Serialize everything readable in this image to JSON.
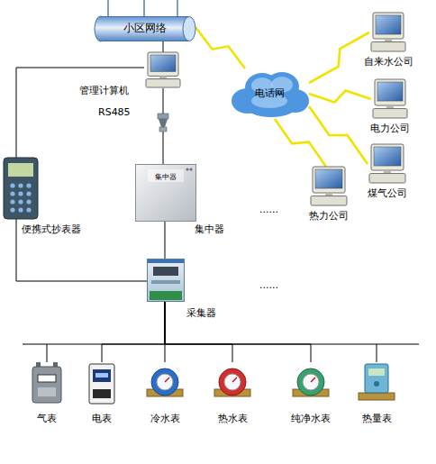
{
  "diagram": {
    "nodes": [
      {
        "text": [
          "小区网络"
        ]
      },
      {
        "text": [
          "管理计算机"
        ]
      },
      {
        "text": [
          "电话网"
        ]
      },
      {
        "text": [
          "自来水公司"
        ]
      },
      {
        "text": [
          "电力公司"
        ]
      },
      {
        "text": [
          "煤气公司"
        ]
      },
      {
        "text": [
          "热力公司"
        ]
      },
      {
        "text": [
          "便携式抄表器"
        ]
      },
      {
        "text": [
          "集中器",
          "集中器"
        ]
      },
      {
        "text": [
          "采集器"
        ]
      },
      {
        "text": [
          "气表"
        ]
      },
      {
        "text": [
          "电表"
        ]
      },
      {
        "text": [
          "冷水表"
        ]
      },
      {
        "text": [
          "热水表"
        ]
      },
      {
        "text": [
          "纯净水表"
        ]
      },
      {
        "text": [
          "热量表"
        ]
      }
    ],
    "edges": [
      {
        "from": 0,
        "to": 1,
        "arrow": "none"
      },
      {
        "from": 0,
        "to": 2,
        "arrow": "none"
      },
      {
        "from": 2,
        "to": 3,
        "arrow": "none"
      },
      {
        "from": 2,
        "to": 4,
        "arrow": "none"
      },
      {
        "from": 2,
        "to": 5,
        "arrow": "none"
      },
      {
        "from": 2,
        "to": 6,
        "arrow": "none"
      },
      {
        "from": 1,
        "to": 8,
        "label": "RS485",
        "arrow": "none"
      },
      {
        "from": 8,
        "to": 9,
        "arrow": "none"
      },
      {
        "from": 1,
        "to": 7,
        "arrow": "none"
      },
      {
        "from": 7,
        "to": 9,
        "arrow": "none"
      },
      {
        "from": 9,
        "to": 10,
        "arrow": "none"
      },
      {
        "from": 9,
        "to": 11,
        "arrow": "none"
      },
      {
        "from": 9,
        "to": 12,
        "arrow": "none"
      },
      {
        "from": 9,
        "to": 13,
        "arrow": "none"
      },
      {
        "from": 9,
        "to": 14,
        "arrow": "none"
      },
      {
        "from": 9,
        "to": 15,
        "arrow": "none"
      }
    ],
    "labels": [
      "......",
      "......"
    ]
  }
}
